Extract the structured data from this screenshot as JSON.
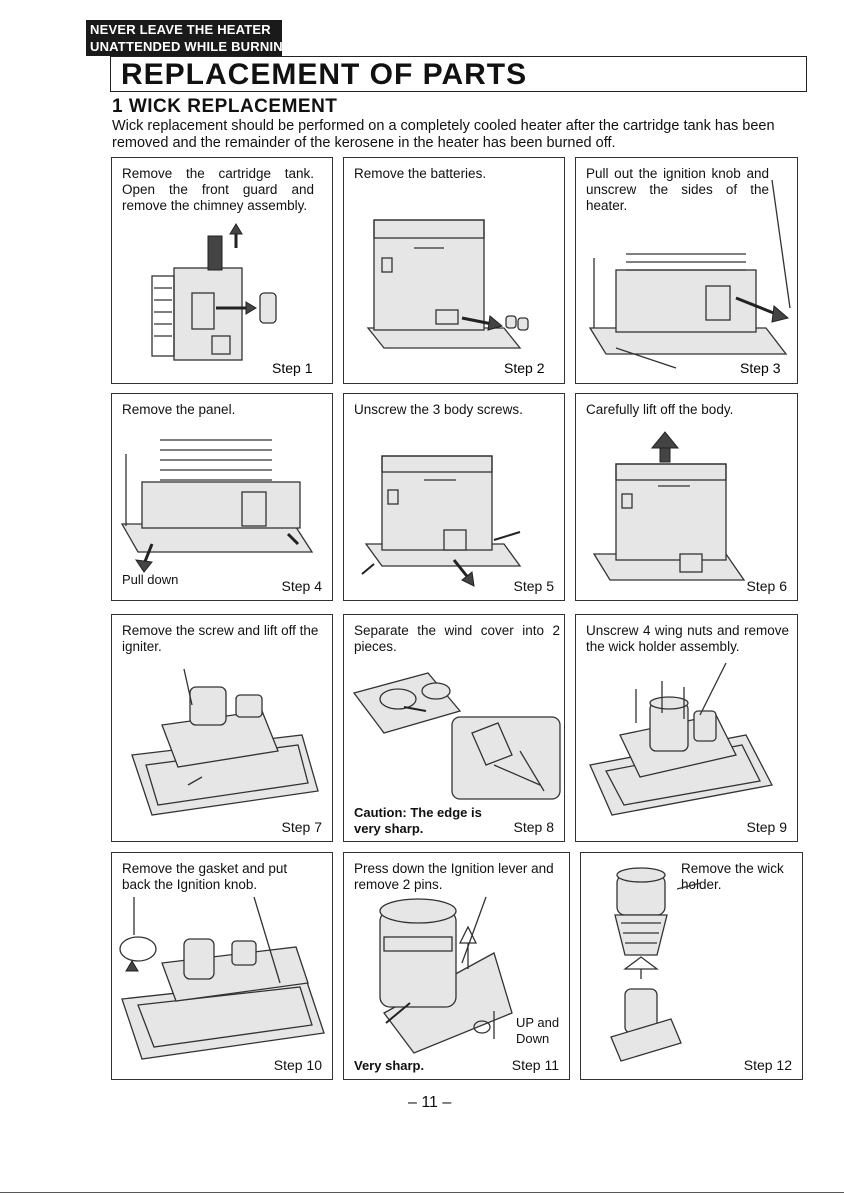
{
  "banner": {
    "line1": "NEVER LEAVE THE HEATER",
    "line2": "UNATTENDED WHILE BURNING!"
  },
  "header": {
    "title": "REPLACEMENT OF PARTS"
  },
  "section": {
    "title": "1 WICK REPLACEMENT"
  },
  "intro": "Wick replacement should be performed on a completely cooled heater after the cartridge tank has been removed and the remainder of the kerosene in the heater has been burned off.",
  "steps": [
    {
      "text": "Remove the cartridge tank. Open the front guard and remove the chimney assembly.",
      "label": "Step 1"
    },
    {
      "text": "Remove the batteries.",
      "label": "Step 2"
    },
    {
      "text": "Pull out the ignition knob and unscrew the sides of the heater.",
      "label": "Step 3"
    },
    {
      "text": "Remove the panel.",
      "label": "Step 4",
      "extra": "Pull down"
    },
    {
      "text": "Unscrew the 3 body screws.",
      "label": "Step 5"
    },
    {
      "text": "Carefully lift off the body.",
      "label": "Step 6"
    },
    {
      "text": "Remove the screw and lift off the igniter.",
      "label": "Step 7"
    },
    {
      "text": "Separate the wind cover into 2 pieces.",
      "label": "Step 8",
      "extra": "Caution: The edge is very sharp."
    },
    {
      "text": "Unscrew 4 wing nuts and remove the wick holder assembly.",
      "label": "Step 9"
    },
    {
      "text": "Remove the gasket and put back the Ignition knob.",
      "label": "Step 10"
    },
    {
      "text": "Press down the Ignition lever and remove 2 pins.",
      "label": "Step 11",
      "extra": "Very sharp.",
      "extra2": "UP and Down"
    },
    {
      "text": "Remove the wick holder.",
      "label": "Step 12"
    }
  ],
  "page_number": "– 11 –",
  "icons": [
    "heater-illustration",
    "arrow-icon",
    "battery-icon",
    "gasket-icon",
    "wick-holder-icon"
  ]
}
